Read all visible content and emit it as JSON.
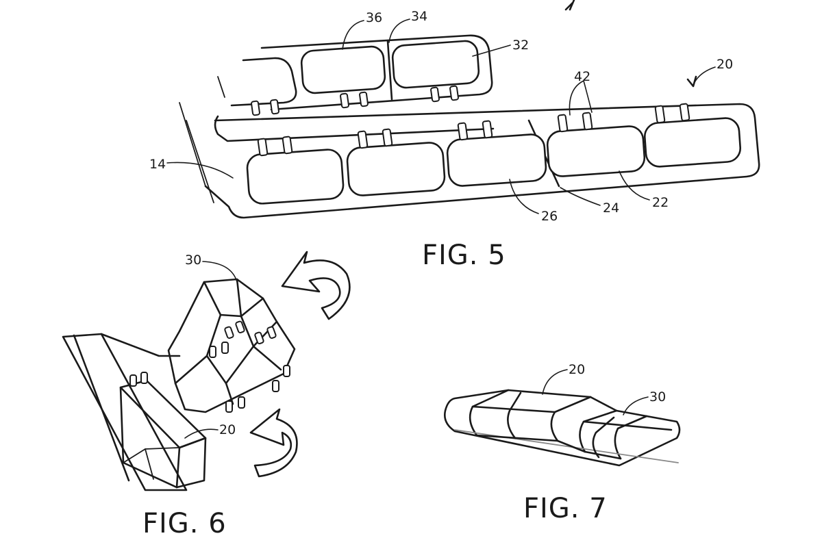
{
  "figures": {
    "fig5": {
      "caption": "FIG. 5",
      "labels": {
        "l36": "36",
        "l34": "34",
        "l32": "32",
        "l20": "20",
        "l42": "42",
        "l14": "14",
        "l26": "26",
        "l24": "24",
        "l22": "22"
      }
    },
    "fig6": {
      "caption": "FIG. 6",
      "labels": {
        "l30": "30",
        "l20": "20"
      }
    },
    "fig7": {
      "caption": "FIG. 7",
      "labels": {
        "l20": "20",
        "l30": "30"
      }
    }
  }
}
